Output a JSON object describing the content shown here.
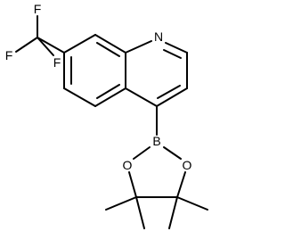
{
  "molecule": {
    "atoms": {
      "n1": "N",
      "b": "B",
      "o_left": "O",
      "o_right": "O",
      "f_top": "F",
      "f_left": "F",
      "f_lower": "F"
    },
    "colors": {
      "line": "#000000",
      "background": "#ffffff"
    }
  }
}
